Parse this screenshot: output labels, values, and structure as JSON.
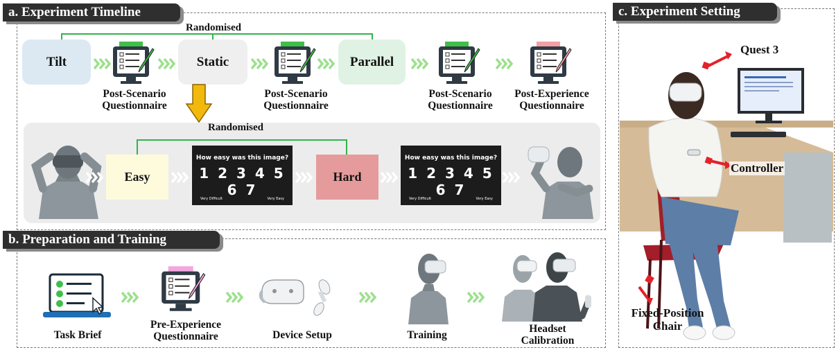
{
  "panel_a": {
    "title": "a. Experiment Timeline",
    "randomised_top": "Randomised",
    "randomised_bottom": "Randomised",
    "conditions": {
      "tilt": "Tilt",
      "static": "Static",
      "parallel": "Parallel",
      "easy": "Easy",
      "hard": "Hard"
    },
    "questionnaires": {
      "post_scenario_1": [
        "Post-Scenario",
        "Questionnaire"
      ],
      "post_scenario_2": [
        "Post-Scenario",
        "Questionnaire"
      ],
      "post_scenario_3": [
        "Post-Scenario",
        "Questionnaire"
      ],
      "post_experience": [
        "Post-Experience",
        "Questionnaire"
      ]
    },
    "rating_screen": {
      "question": "How easy was this image?",
      "scale": "1 2 3 4 5 6 7",
      "low": "Very Difficult",
      "high": "Very Easy"
    }
  },
  "panel_b": {
    "title": "b. Preparation and Training",
    "steps": {
      "task_brief": [
        "Task Brief"
      ],
      "pre_experience": [
        "Pre-Experience",
        "Questionnaire"
      ],
      "device_setup": [
        "Device Setup"
      ],
      "training": [
        "Training"
      ],
      "calibration": [
        "Headset",
        "Calibration"
      ]
    }
  },
  "panel_c": {
    "title": "c. Experiment Setting",
    "labels": {
      "quest": "Quest 3",
      "controller": "Controller",
      "chair": [
        "Fixed-Position",
        "Chair"
      ]
    }
  },
  "colors": {
    "tilt": "#dce9f3",
    "static": "#efefef",
    "parallel": "#e0f2e3",
    "easy": "#fdfbdc",
    "hard": "#e59b9b",
    "chevron": "#9de08e",
    "random_line": "#33b24a",
    "arrow_down": "#f2b90c",
    "annot_arrow": "#e3222a"
  }
}
